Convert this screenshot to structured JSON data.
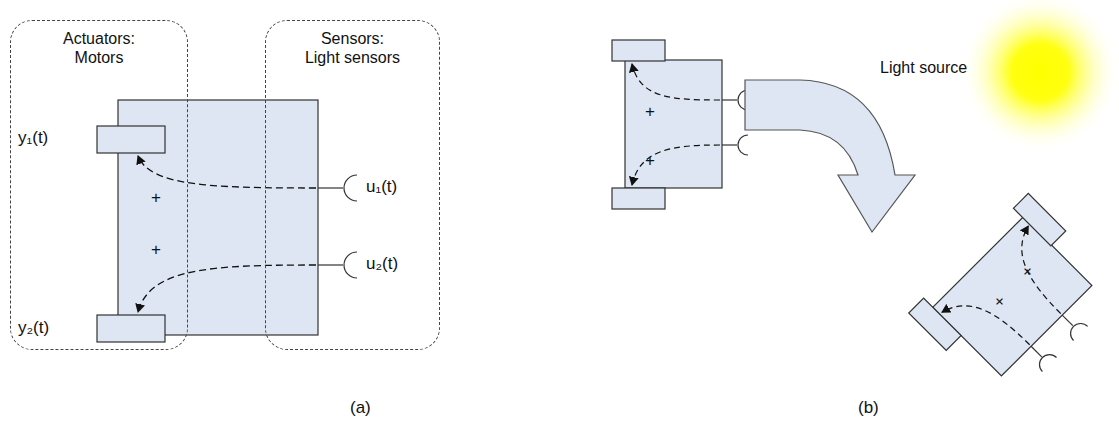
{
  "diagram": {
    "nodes": [
      {
        "text": [
          "Actuators: Motors"
        ]
      },
      {
        "text": [
          "Sensors: Light sensors"
        ]
      }
    ],
    "labels": [
      "y₁(t)",
      "y₂(t)",
      "u₁(t)",
      "u₂(t)",
      "+",
      "+",
      "+",
      "+",
      "Light source",
      "+",
      "+",
      "(a)",
      "(b)"
    ]
  }
}
